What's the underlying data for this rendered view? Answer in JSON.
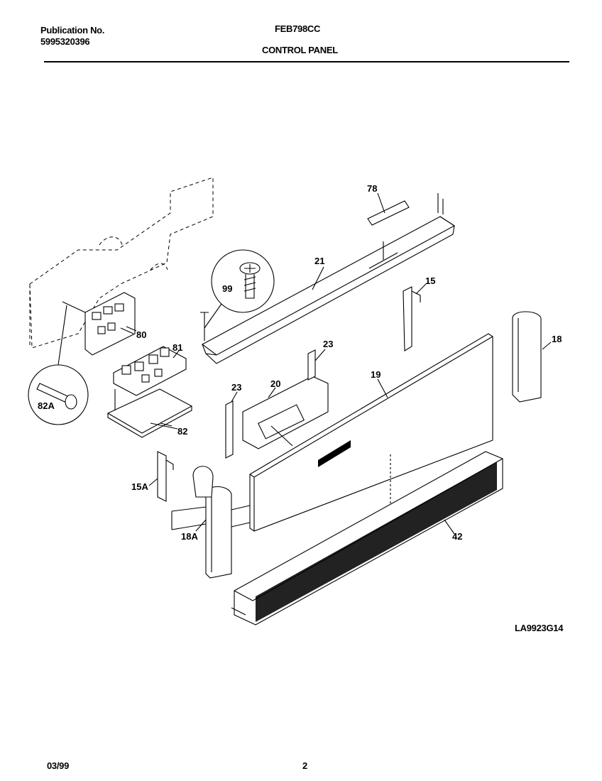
{
  "header": {
    "publication_label": "Publication No.",
    "publication_number": "5995320396",
    "model": "FEB798CC",
    "section_title": "CONTROL PANEL"
  },
  "diagram": {
    "callouts": [
      "78",
      "21",
      "15",
      "99",
      "80",
      "81",
      "23",
      "18",
      "20",
      "23",
      "19",
      "82A",
      "82",
      "15A",
      "18A",
      "42"
    ],
    "drawing_code": "LA9923G14"
  },
  "footer": {
    "date": "03/99",
    "page": "2"
  }
}
